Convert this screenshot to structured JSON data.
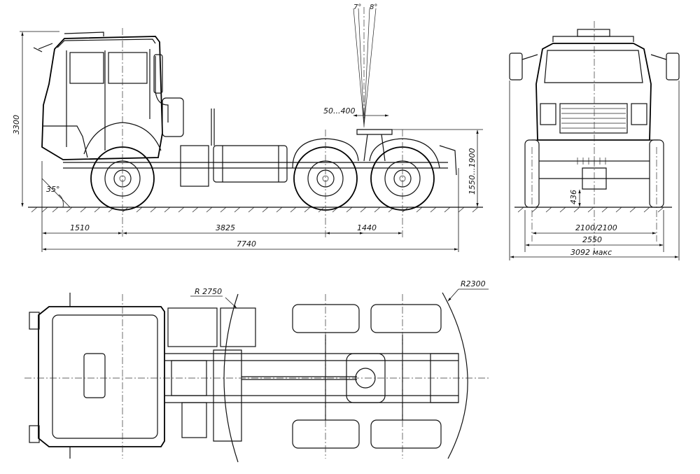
{
  "dimensions": {
    "overall_height": "3300",
    "front_overhang": "1510",
    "wheelbase": "3825",
    "rear_bogie": "1440",
    "overall_length": "7740",
    "fifth_wheel_offset": "50...400",
    "fifth_wheel_height": "1550...1900",
    "approach_angle": "35°",
    "tilt_angle_forward": "7°",
    "tilt_angle_back": "8°",
    "track_width": "2100/2100",
    "vehicle_width": "2550",
    "max_width": "3092 макс",
    "ground_clearance": "436",
    "turning_radius_inner": "R 2750",
    "turning_radius_outer": "R2300"
  }
}
